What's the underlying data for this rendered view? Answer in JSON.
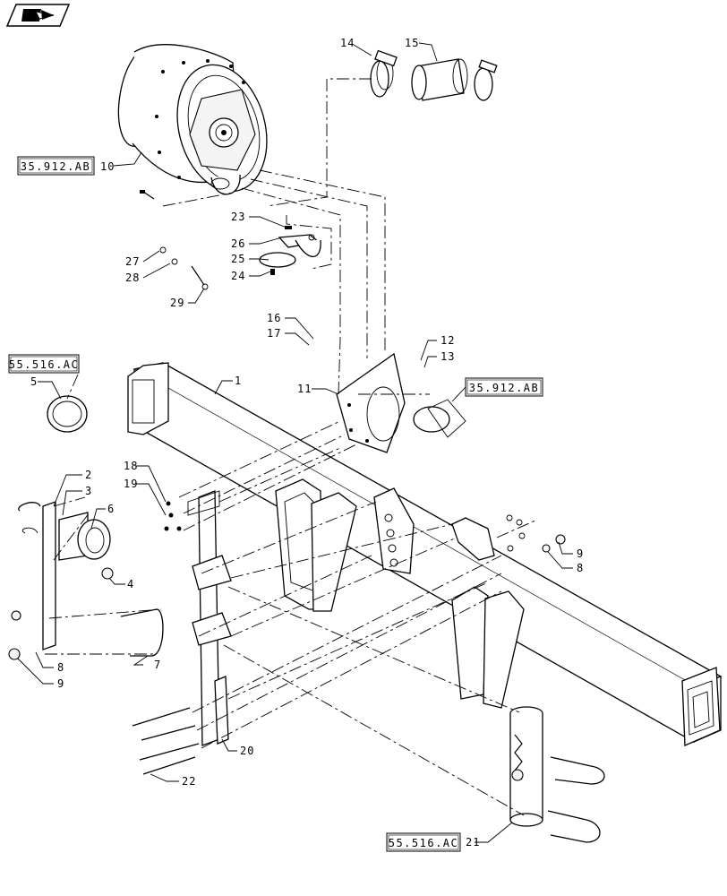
{
  "nav_button": {
    "icon": "book-return-arrow-icon"
  },
  "reference_boxes": [
    {
      "text": "35.912.AB"
    },
    {
      "text": "55.516.AC"
    },
    {
      "text": "35.912.AB"
    },
    {
      "text": "55.516.AC"
    }
  ],
  "callouts": {
    "c1": "1",
    "c2": "2",
    "c3": "3",
    "c4": "4",
    "c5": "5",
    "c6": "6",
    "c7": "7",
    "c8a": "8",
    "c9a": "9",
    "c8b": "8",
    "c9b": "9",
    "c10": "10",
    "c11": "11",
    "c12": "12",
    "c13": "13",
    "c14": "14",
    "c15": "15",
    "c16": "16",
    "c17": "17",
    "c18": "18",
    "c19": "19",
    "c20": "20",
    "c21": "21",
    "c22": "22",
    "c23": "23",
    "c24": "24",
    "c25": "25",
    "c26": "26",
    "c27": "27",
    "c28": "28",
    "c29": "29"
  }
}
